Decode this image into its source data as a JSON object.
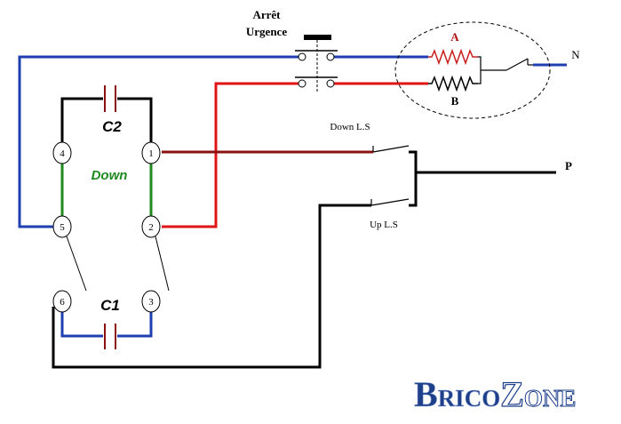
{
  "labels": {
    "emergency_stop_line1": "Arrêt",
    "emergency_stop_line2": "Urgence",
    "resistor_a": "A",
    "resistor_b": "B",
    "neutral": "N",
    "phase": "P",
    "down_limit_switch": "Down L.S",
    "up_limit_switch": "Up L.S",
    "capacitor_top": "C2",
    "capacitor_bottom": "C1",
    "direction": "Down"
  },
  "terminals": [
    "4",
    "1",
    "5",
    "2",
    "6",
    "3"
  ],
  "logo": {
    "bric_initial": "B",
    "bric_rest": "RICO",
    "zone_initial": "Z",
    "zone_rest": "ONE"
  },
  "colors": {
    "blue_wire": "#1f3fb0",
    "red_wire": "#e01414",
    "dark_red_wire": "#8a1010",
    "green_wire": "#1f8a1f",
    "black_wire": "#000000",
    "resistor_red": "#c81e1e",
    "label_red": "#b01010",
    "direction_green": "#1f8a1f",
    "logo_blue": "#1e3f8a"
  }
}
